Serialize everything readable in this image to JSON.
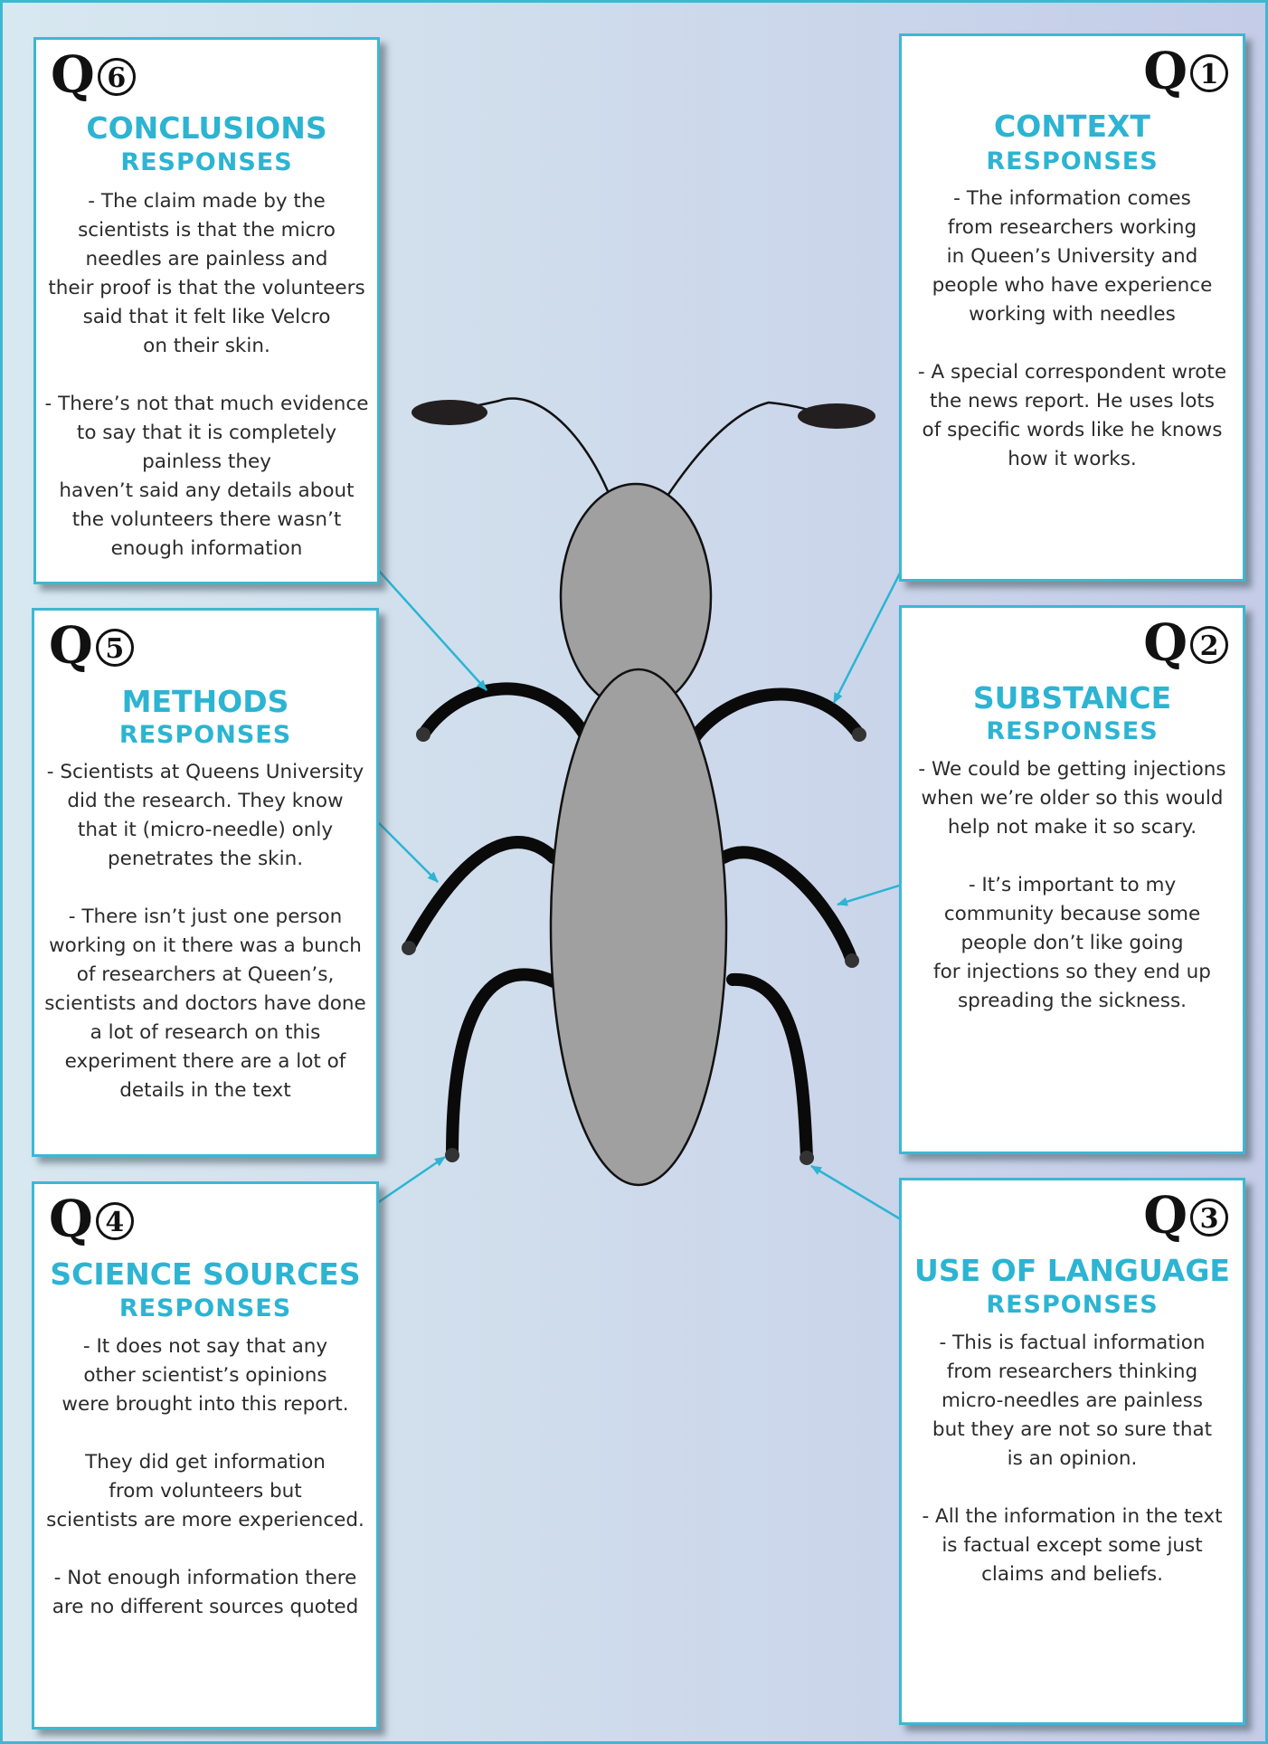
{
  "colors": {
    "accent": "#2cb4d2",
    "border": "#3cb8d2",
    "bug_body": "#a0a0a0",
    "legs": "#0a0a0a",
    "eyes": "#231f20"
  },
  "cards": {
    "q6": {
      "q": "Q",
      "digit": "6",
      "heading": "CONCLUSIONS",
      "sub": "RESPONSES",
      "paragraphs": [
        "- The claim made by the\nscientists is that the micro\nneedles are painless and\ntheir proof is that the volunteers\nsaid that it felt like Velcro\non their skin.",
        "- There’s not that much evidence\nto say that it is completely\npainless they\nhaven’t said any details about\nthe volunteers there wasn’t\nenough information"
      ]
    },
    "q1": {
      "q": "Q",
      "digit": "1",
      "heading": "CONTEXT",
      "sub": "RESPONSES",
      "paragraphs": [
        "- The information comes\nfrom researchers working\nin Queen’s University and\npeople who have experience\nworking with needles",
        "- A special correspondent wrote\nthe news report. He uses lots\nof specific words like he knows\nhow it works."
      ]
    },
    "q5": {
      "q": "Q",
      "digit": "5",
      "heading": "METHODS",
      "sub": "RESPONSES",
      "paragraphs": [
        "- Scientists at Queens University\ndid the research. They know\nthat it (micro-needle) only\npenetrates the skin.",
        "- There isn’t just one person\nworking on it there was a bunch\nof researchers at Queen’s,\nscientists and doctors have done\na lot of research on this\nexperiment there are a lot of\ndetails in the text"
      ]
    },
    "q2": {
      "q": "Q",
      "digit": "2",
      "heading": "SUBSTANCE",
      "sub": "RESPONSES",
      "paragraphs": [
        "- We could be getting injections\nwhen we’re older so this would\nhelp not make it so scary.",
        "- It’s important to my\ncommunity because some\npeople don’t like going\nfor injections so they end up\nspreading the sickness."
      ]
    },
    "q4": {
      "q": "Q",
      "digit": "4",
      "heading": "SCIENCE SOURCES",
      "sub": "RESPONSES",
      "paragraphs": [
        "- It does not say that any\nother scientist’s opinions\nwere brought into this report.",
        "They did get information\nfrom volunteers but\nscientists are more experienced.",
        "- Not enough information there\nare no different sources quoted"
      ]
    },
    "q3": {
      "q": "Q",
      "digit": "3",
      "heading": "USE OF LANGUAGE",
      "sub": "RESPONSES",
      "paragraphs": [
        "- This is factual information\nfrom researchers thinking\nmicro-needles are painless\nbut they are not so sure that\nis an opinion.",
        "- All the information in the text\nis factual except some just\nclaims and beliefs."
      ]
    }
  }
}
